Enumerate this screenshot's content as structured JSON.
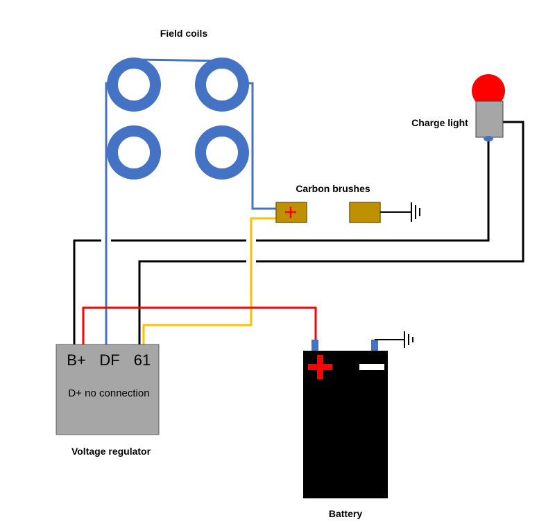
{
  "labels": {
    "field_coils": "Field coils",
    "carbon_brushes": "Carbon brushes",
    "charge_light": "Charge light",
    "voltage_regulator": "Voltage regulator",
    "battery": "Battery",
    "d_plus_note": "D+ no connection"
  },
  "regulator_terminals": [
    "B+",
    "DF",
    "61"
  ],
  "colors": {
    "coil": "#4472C4",
    "wire_black": "#000000",
    "wire_red": "#FF0000",
    "wire_yellow": "#FFC000",
    "wire_blue": "#4472C4",
    "brush": "#BF9000",
    "regulator": "#A6A6A6",
    "battery": "#000000",
    "lamp_bulb": "#FF0000",
    "lamp_base": "#A6A6A6",
    "battery_positive": "#FF0000",
    "battery_negative": "#FFFFFF"
  },
  "icons": {
    "ground": "ground-symbol-icon",
    "plus": "plus-sign-icon",
    "minus": "minus-sign-icon"
  }
}
